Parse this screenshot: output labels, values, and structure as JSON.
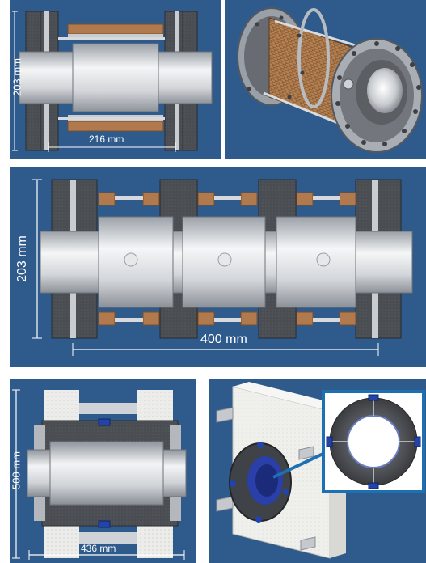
{
  "colors": {
    "background": "#2e5a8c",
    "flange": "#4a4d52",
    "coil": "#b07a4e",
    "steel_light": "#e8eaed",
    "steel_dark": "#8e939a",
    "insulator": "#e9e9e6",
    "highlight_frame": "#1f6fb3"
  },
  "panels": {
    "top_left": {
      "height_label": "203 mm",
      "width_label": "216 mm"
    },
    "top_right": {
      "icon": "coil-assembly-3d-render"
    },
    "middle": {
      "height_label": "203 mm",
      "width_label": "400 mm"
    },
    "bottom_left": {
      "height_label": "500 mm",
      "width_label": "436 mm"
    },
    "bottom_right": {
      "icon": "ring-assembly-3d-render-with-inset"
    }
  }
}
